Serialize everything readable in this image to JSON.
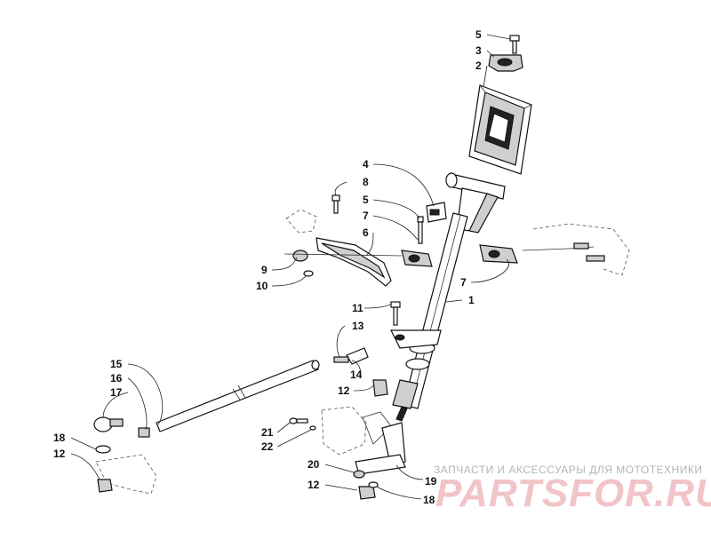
{
  "watermark": {
    "tagline": "ЗАПЧАСТИ И АКСЕССУАРЫ ДЛЯ МОТОТЕХНИКИ",
    "logo": "PARTSFOR.RU"
  },
  "callouts": {
    "c5a": "5",
    "c3": "3",
    "c2": "2",
    "c4": "4",
    "c8": "8",
    "c5b": "5",
    "c7a": "7",
    "c6": "6",
    "c9": "9",
    "c10": "10",
    "c7b": "7",
    "c1": "1",
    "c11": "11",
    "c13": "13",
    "c14": "14",
    "c12a": "12",
    "c15": "15",
    "c16": "16",
    "c17": "17",
    "c18a": "18",
    "c12b": "12",
    "c21": "21",
    "c22": "22",
    "c20": "20",
    "c12c": "12",
    "c19": "19",
    "c18b": "18"
  }
}
